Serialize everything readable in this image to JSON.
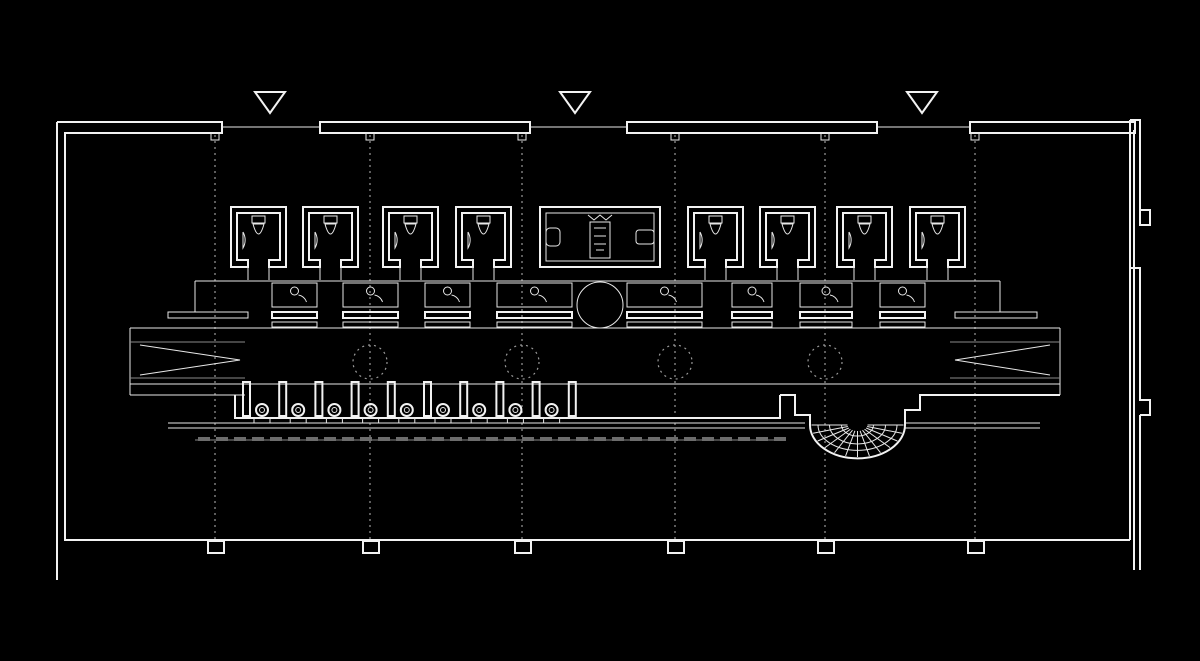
{
  "drawing": {
    "colors": {
      "background": "#000000",
      "line": "#f2f2f2",
      "secondary_line": "#8a8a8a"
    },
    "entrance_markers": 3,
    "stall_count": 8,
    "accessible_room_count": 1,
    "urinal_count": 9,
    "icons": [
      "triangle-marker-icon",
      "toilet-icon",
      "urinal-icon",
      "sink-icon",
      "column-icon",
      "spiral-stair-icon"
    ]
  }
}
